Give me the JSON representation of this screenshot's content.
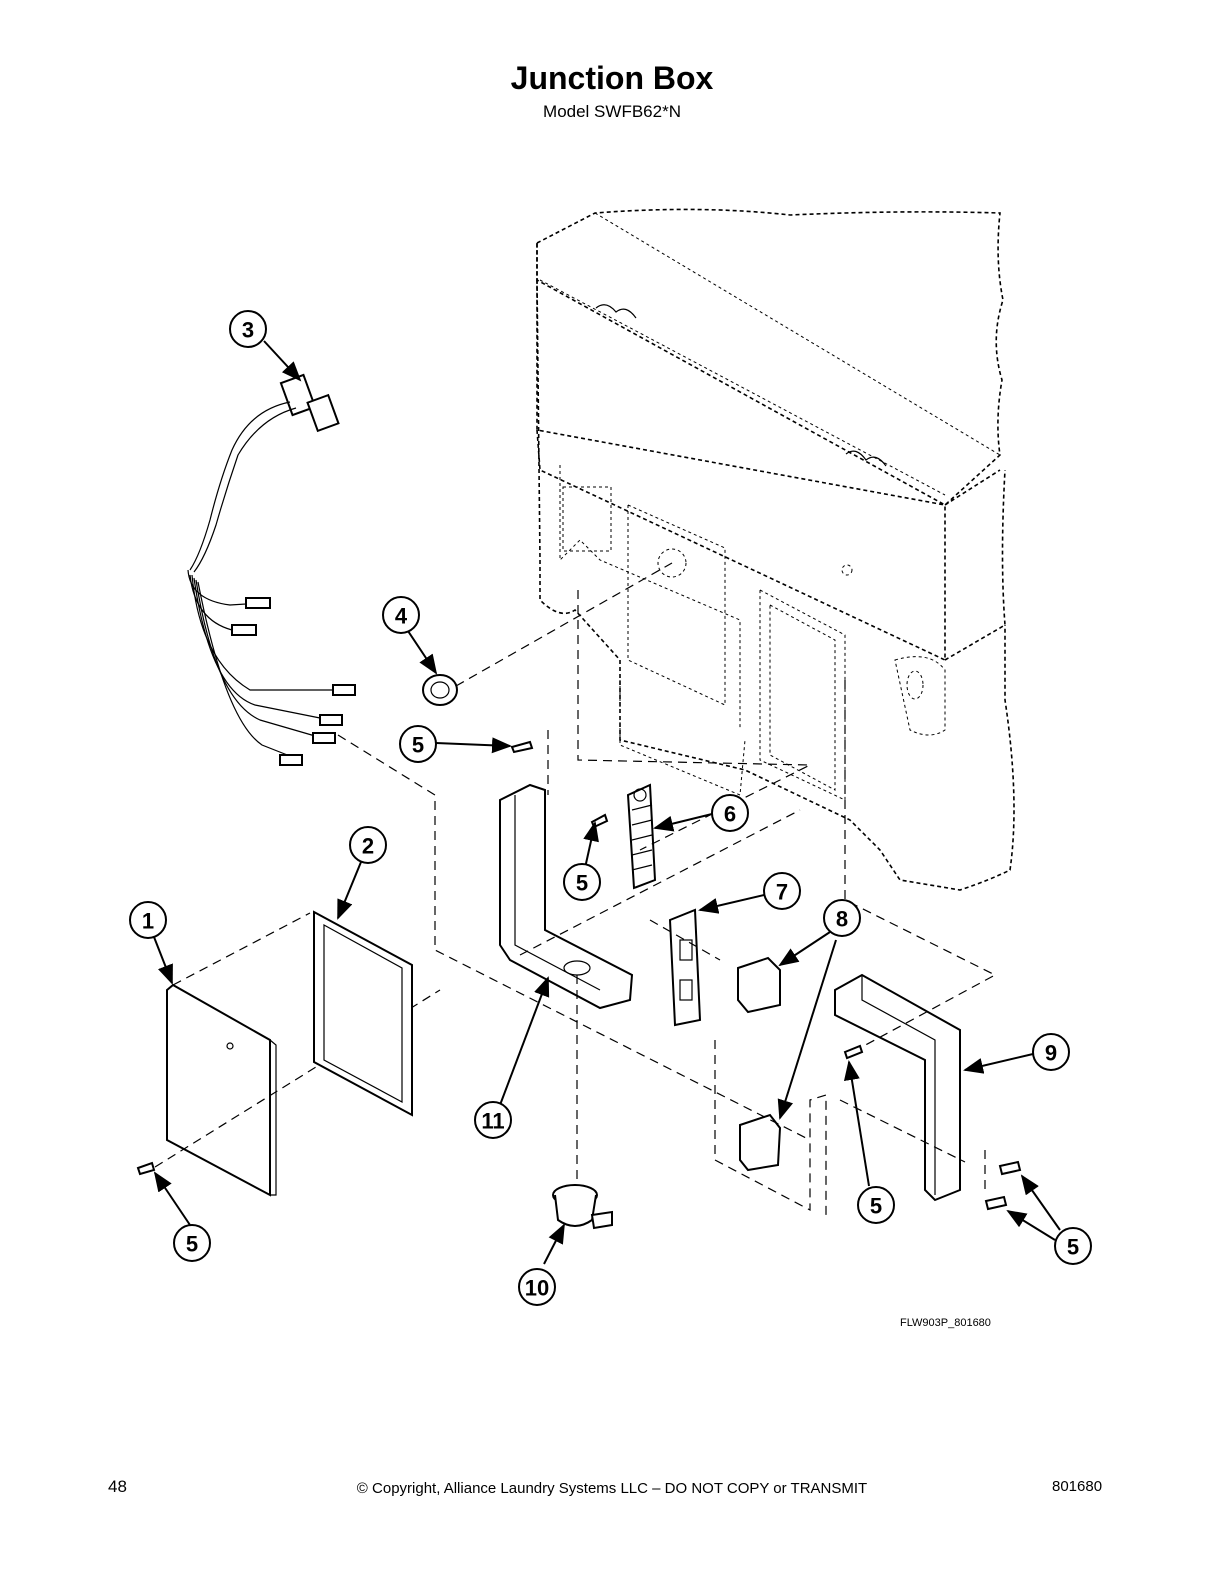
{
  "header": {
    "title": "Junction Box",
    "subtitle": "Model SWFB62*N"
  },
  "diagram": {
    "callouts": [
      {
        "id": "callout-1",
        "label": "1"
      },
      {
        "id": "callout-2",
        "label": "2"
      },
      {
        "id": "callout-3",
        "label": "3"
      },
      {
        "id": "callout-4",
        "label": "4"
      },
      {
        "id": "callout-5a",
        "label": "5"
      },
      {
        "id": "callout-5b",
        "label": "5"
      },
      {
        "id": "callout-5c",
        "label": "5"
      },
      {
        "id": "callout-5d",
        "label": "5"
      },
      {
        "id": "callout-5e",
        "label": "5"
      },
      {
        "id": "callout-6",
        "label": "6"
      },
      {
        "id": "callout-7",
        "label": "7"
      },
      {
        "id": "callout-8",
        "label": "8"
      },
      {
        "id": "callout-9",
        "label": "9"
      },
      {
        "id": "callout-10",
        "label": "10"
      },
      {
        "id": "callout-11",
        "label": "11"
      }
    ],
    "drawing_id": "FLW903P_801680"
  },
  "footer": {
    "page_number": "48",
    "copyright": "© Copyright, Alliance Laundry Systems LLC – DO NOT COPY or TRANSMIT",
    "doc_number": "801680"
  }
}
